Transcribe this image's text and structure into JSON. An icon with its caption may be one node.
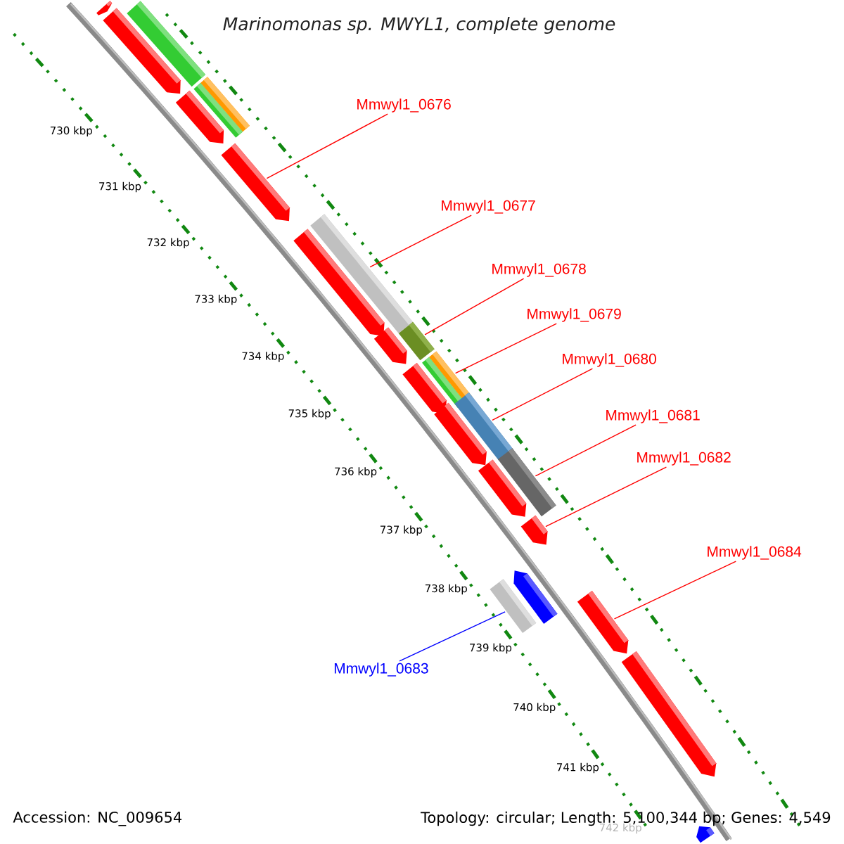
{
  "diagram": {
    "title": "Marinomonas sp. MWYL1, complete genome",
    "nodes": [
      {
        "text": [
          "Mmwyl1_0676"
        ]
      },
      {
        "text": [
          "Mmwyl1_0677"
        ]
      },
      {
        "text": [
          "Mmwyl1_0678"
        ]
      },
      {
        "text": [
          "Mmwyl1_0679"
        ]
      },
      {
        "text": [
          "Mmwyl1_0680"
        ]
      },
      {
        "text": [
          "Mmwyl1_0681"
        ]
      },
      {
        "text": [
          "Mmwyl1_0682"
        ]
      },
      {
        "text": [
          "Mmwyl1_0684"
        ]
      },
      {
        "text": [
          "Mmwyl1_0683"
        ]
      },
      {
        "text": [],
        "shape": "bar"
      },
      {
        "text": [],
        "shape": "bar"
      },
      {
        "text": [],
        "shape": "bar"
      },
      {
        "text": [],
        "shape": "bar"
      },
      {
        "text": [],
        "shape": "bar"
      },
      {
        "text": [],
        "shape": "bar"
      },
      {
        "text": [],
        "shape": "bar"
      },
      {
        "text": [],
        "shape": "bar"
      },
      {
        "text": [],
        "shape": "bar"
      },
      {
        "text": [],
        "shape": "bar"
      },
      {
        "text": [],
        "shape": "bar"
      },
      {
        "text": [],
        "shape": "bar"
      },
      {
        "text": [],
        "shape": "bar"
      },
      {
        "text": [],
        "shape": "bar"
      },
      {
        "text": [],
        "shape": "bar"
      },
      {
        "text": [],
        "shape": "bar"
      },
      {
        "text": [],
        "shape": "bar"
      },
      {
        "text": [],
        "shape": "bar"
      },
      {
        "text": [],
        "shape": "bar"
      },
      {
        "text": [],
        "shape": "bar"
      },
      {
        "text": [],
        "shape": "bar"
      },
      {
        "text": [],
        "shape": "bar"
      }
    ],
    "edges": [
      {
        "from": 0,
        "to": 14,
        "arrow": "none"
      },
      {
        "from": 1,
        "to": 15,
        "arrow": "none"
      },
      {
        "from": 2,
        "to": 18,
        "arrow": "none"
      },
      {
        "from": 3,
        "to": 20,
        "arrow": "none"
      },
      {
        "from": 4,
        "to": 22,
        "arrow": "none"
      },
      {
        "from": 5,
        "to": 24,
        "arrow": "none"
      },
      {
        "from": 6,
        "to": 25,
        "arrow": "none"
      },
      {
        "from": 7,
        "to": 28,
        "arrow": "none"
      },
      {
        "from": 8,
        "to": 26,
        "arrow": "none",
        "color": "#0000ff"
      }
    ],
    "labels": [
      "730 kbp",
      "731 kbp",
      "732 kbp",
      "733 kbp",
      "734 kbp",
      "735 kbp",
      "736 kbp",
      "737 kbp",
      "738 kbp",
      "739 kbp",
      "740 kbp",
      "741 kbp",
      "742 kbp",
      "Accession: NC_009654",
      "Topology: circular; Length: 5,100,344 bp; Genes: 4,549"
    ]
  }
}
